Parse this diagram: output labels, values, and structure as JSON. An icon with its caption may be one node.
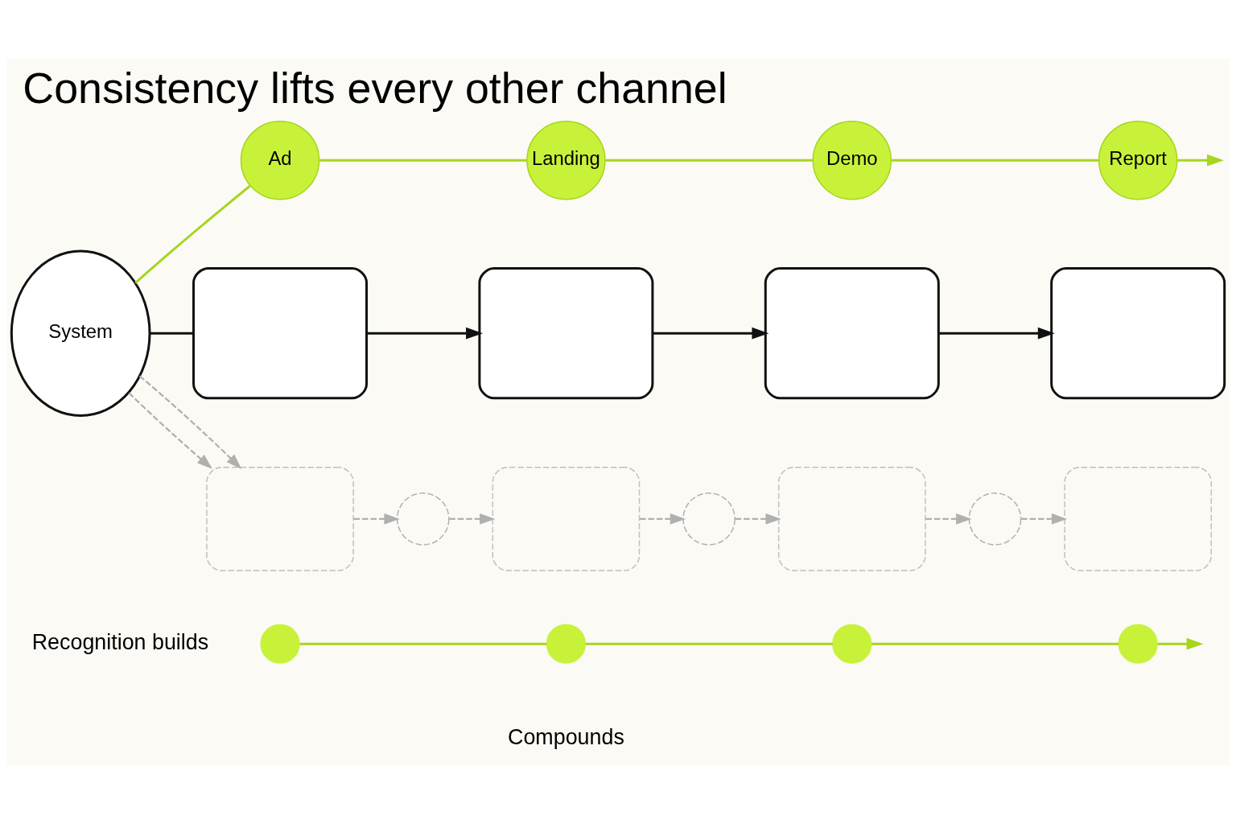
{
  "diagram": {
    "title": "Consistency lifts every other channel",
    "nodes": [
      {
        "text": [
          "System"
        ]
      },
      {
        "text": [
          "Ad"
        ]
      },
      {
        "text": [
          "Landing"
        ]
      },
      {
        "text": [
          "Demo"
        ]
      },
      {
        "text": [
          "Report"
        ]
      },
      {
        "text": [],
        "shape": "box"
      },
      {
        "text": [],
        "shape": "box"
      },
      {
        "text": [],
        "shape": "box"
      },
      {
        "text": [],
        "shape": "box"
      },
      {
        "text": [],
        "shape": "box"
      },
      {
        "text": [],
        "shape": "box"
      },
      {
        "text": [],
        "shape": "box"
      },
      {
        "text": [],
        "shape": "box"
      },
      {
        "text": [],
        "shape": "circle"
      },
      {
        "text": [],
        "shape": "circle"
      },
      {
        "text": [],
        "shape": "circle"
      },
      {
        "text": [],
        "shape": "circle"
      },
      {
        "text": [],
        "shape": "circle"
      },
      {
        "text": [],
        "shape": "circle"
      },
      {
        "text": [],
        "shape": "circle"
      }
    ],
    "edges": [
      {
        "from": 0,
        "to": 1,
        "arrow": "none",
        "color": "#a6d61c"
      },
      {
        "from": 1,
        "to": 2,
        "arrow": "none",
        "color": "#a6d61c"
      },
      {
        "from": 2,
        "to": 3,
        "arrow": "none",
        "color": "#a6d61c"
      },
      {
        "from": 3,
        "to": 4,
        "arrow": "none",
        "color": "#a6d61c"
      },
      {
        "from": 4,
        "to": null,
        "arrow": "to",
        "color": "#a6d61c"
      },
      {
        "from": 0,
        "to": 5,
        "arrow": "none",
        "color": "#111111"
      },
      {
        "from": 5,
        "to": 6,
        "arrow": "to",
        "color": "#111111"
      },
      {
        "from": 6,
        "to": 7,
        "arrow": "to",
        "color": "#111111"
      },
      {
        "from": 7,
        "to": 8,
        "arrow": "to",
        "color": "#111111"
      },
      {
        "from": 0,
        "to": 9,
        "arrow": "to",
        "style": "dashed",
        "color": "#b0b0b0"
      },
      {
        "from": 0,
        "to": 9,
        "arrow": "to",
        "style": "dashed",
        "color": "#b0b0b0"
      },
      {
        "from": 9,
        "to": 13,
        "arrow": "to",
        "style": "dashed",
        "color": "#b0b0b0"
      },
      {
        "from": 13,
        "to": 10,
        "arrow": "to",
        "style": "dashed",
        "color": "#b0b0b0"
      },
      {
        "from": 10,
        "to": 14,
        "arrow": "to",
        "style": "dashed",
        "color": "#b0b0b0"
      },
      {
        "from": 14,
        "to": 11,
        "arrow": "to",
        "style": "dashed",
        "color": "#b0b0b0"
      },
      {
        "from": 11,
        "to": 15,
        "arrow": "to",
        "style": "dashed",
        "color": "#b0b0b0"
      },
      {
        "from": 15,
        "to": 12,
        "arrow": "to",
        "style": "dashed",
        "color": "#b0b0b0"
      },
      {
        "from": 16,
        "to": 17,
        "arrow": "none",
        "color": "#a6d61c"
      },
      {
        "from": 17,
        "to": 18,
        "arrow": "none",
        "color": "#a6d61c"
      },
      {
        "from": 18,
        "to": 19,
        "arrow": "none",
        "color": "#a6d61c"
      },
      {
        "from": 19,
        "to": null,
        "arrow": "to",
        "color": "#a6d61c"
      }
    ],
    "labels": [
      "Recognition builds",
      "Compounds"
    ]
  }
}
